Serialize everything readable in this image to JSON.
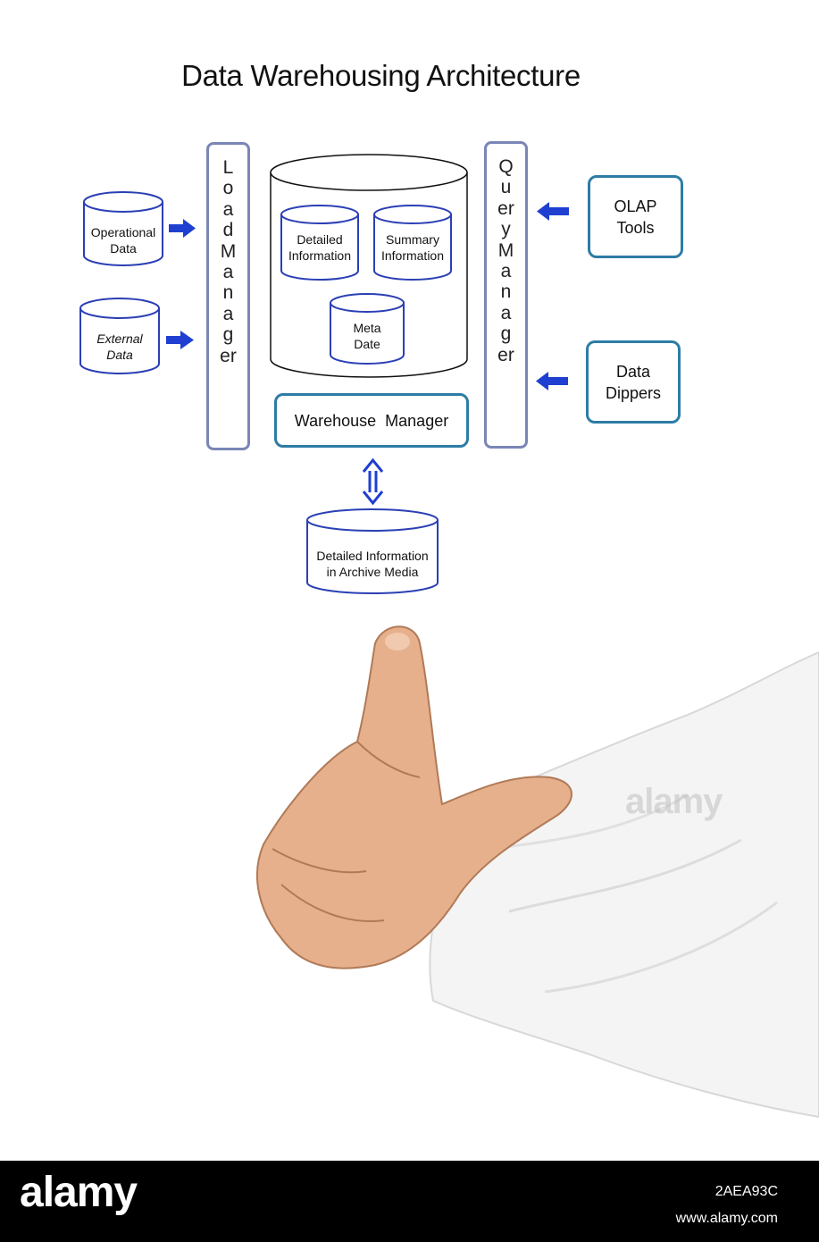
{
  "title": "Data Warehousing Architecture",
  "sources": {
    "operational": [
      "Operational",
      "Data"
    ],
    "external": [
      "External",
      "Data"
    ]
  },
  "load_manager": "Load Manager",
  "warehouse": {
    "detailed": [
      "Detailed",
      "Information"
    ],
    "summary": [
      "Summary",
      "Information"
    ],
    "meta": [
      "Meta",
      "Date"
    ]
  },
  "warehouse_manager": "Warehouse  Manager",
  "query_manager": "Query Manager",
  "tools": {
    "olap": [
      "OLAP",
      "Tools"
    ],
    "dippers": [
      "Data",
      "Dippers"
    ]
  },
  "archive": [
    "Detailed Information",
    "in Archive Media"
  ],
  "footer": {
    "logo": "alamy",
    "image_id": "2AEA93C",
    "url": "www.alamy.com"
  },
  "watermark": "alamy",
  "colors": {
    "arrow_blue": "#1f3fd1",
    "cylinder_blue": "#2b3fb5",
    "box_border": "#2d7ca6",
    "bar_border": "#7a86b6"
  }
}
